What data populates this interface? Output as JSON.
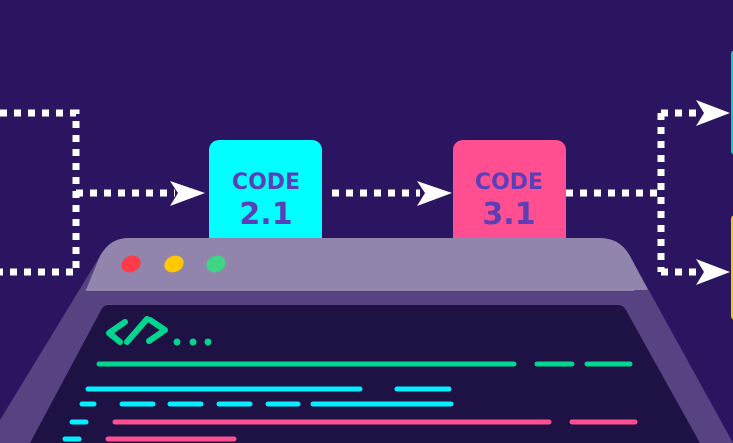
{
  "boxes": [
    {
      "label": "CODE",
      "number": "2.1",
      "color": "#00ffff"
    },
    {
      "label": "CODE",
      "number": "3.1",
      "color": "#ff4f91"
    }
  ],
  "colors": {
    "background": "#2b1560",
    "connector": "#ffffff",
    "titlebar": "#8a7fa8",
    "monitor_body": "#574382",
    "screen": "#1e1245",
    "code_green": "#00d68f",
    "code_cyan": "#00f0ff",
    "code_pink": "#ff4f91",
    "dot_red": "#ff3b4a",
    "dot_yellow": "#ffc800",
    "dot_green": "#3fd486"
  },
  "icons": [
    "code-brackets-icon",
    "ellipsis-icon",
    "arrow-right-icon"
  ]
}
